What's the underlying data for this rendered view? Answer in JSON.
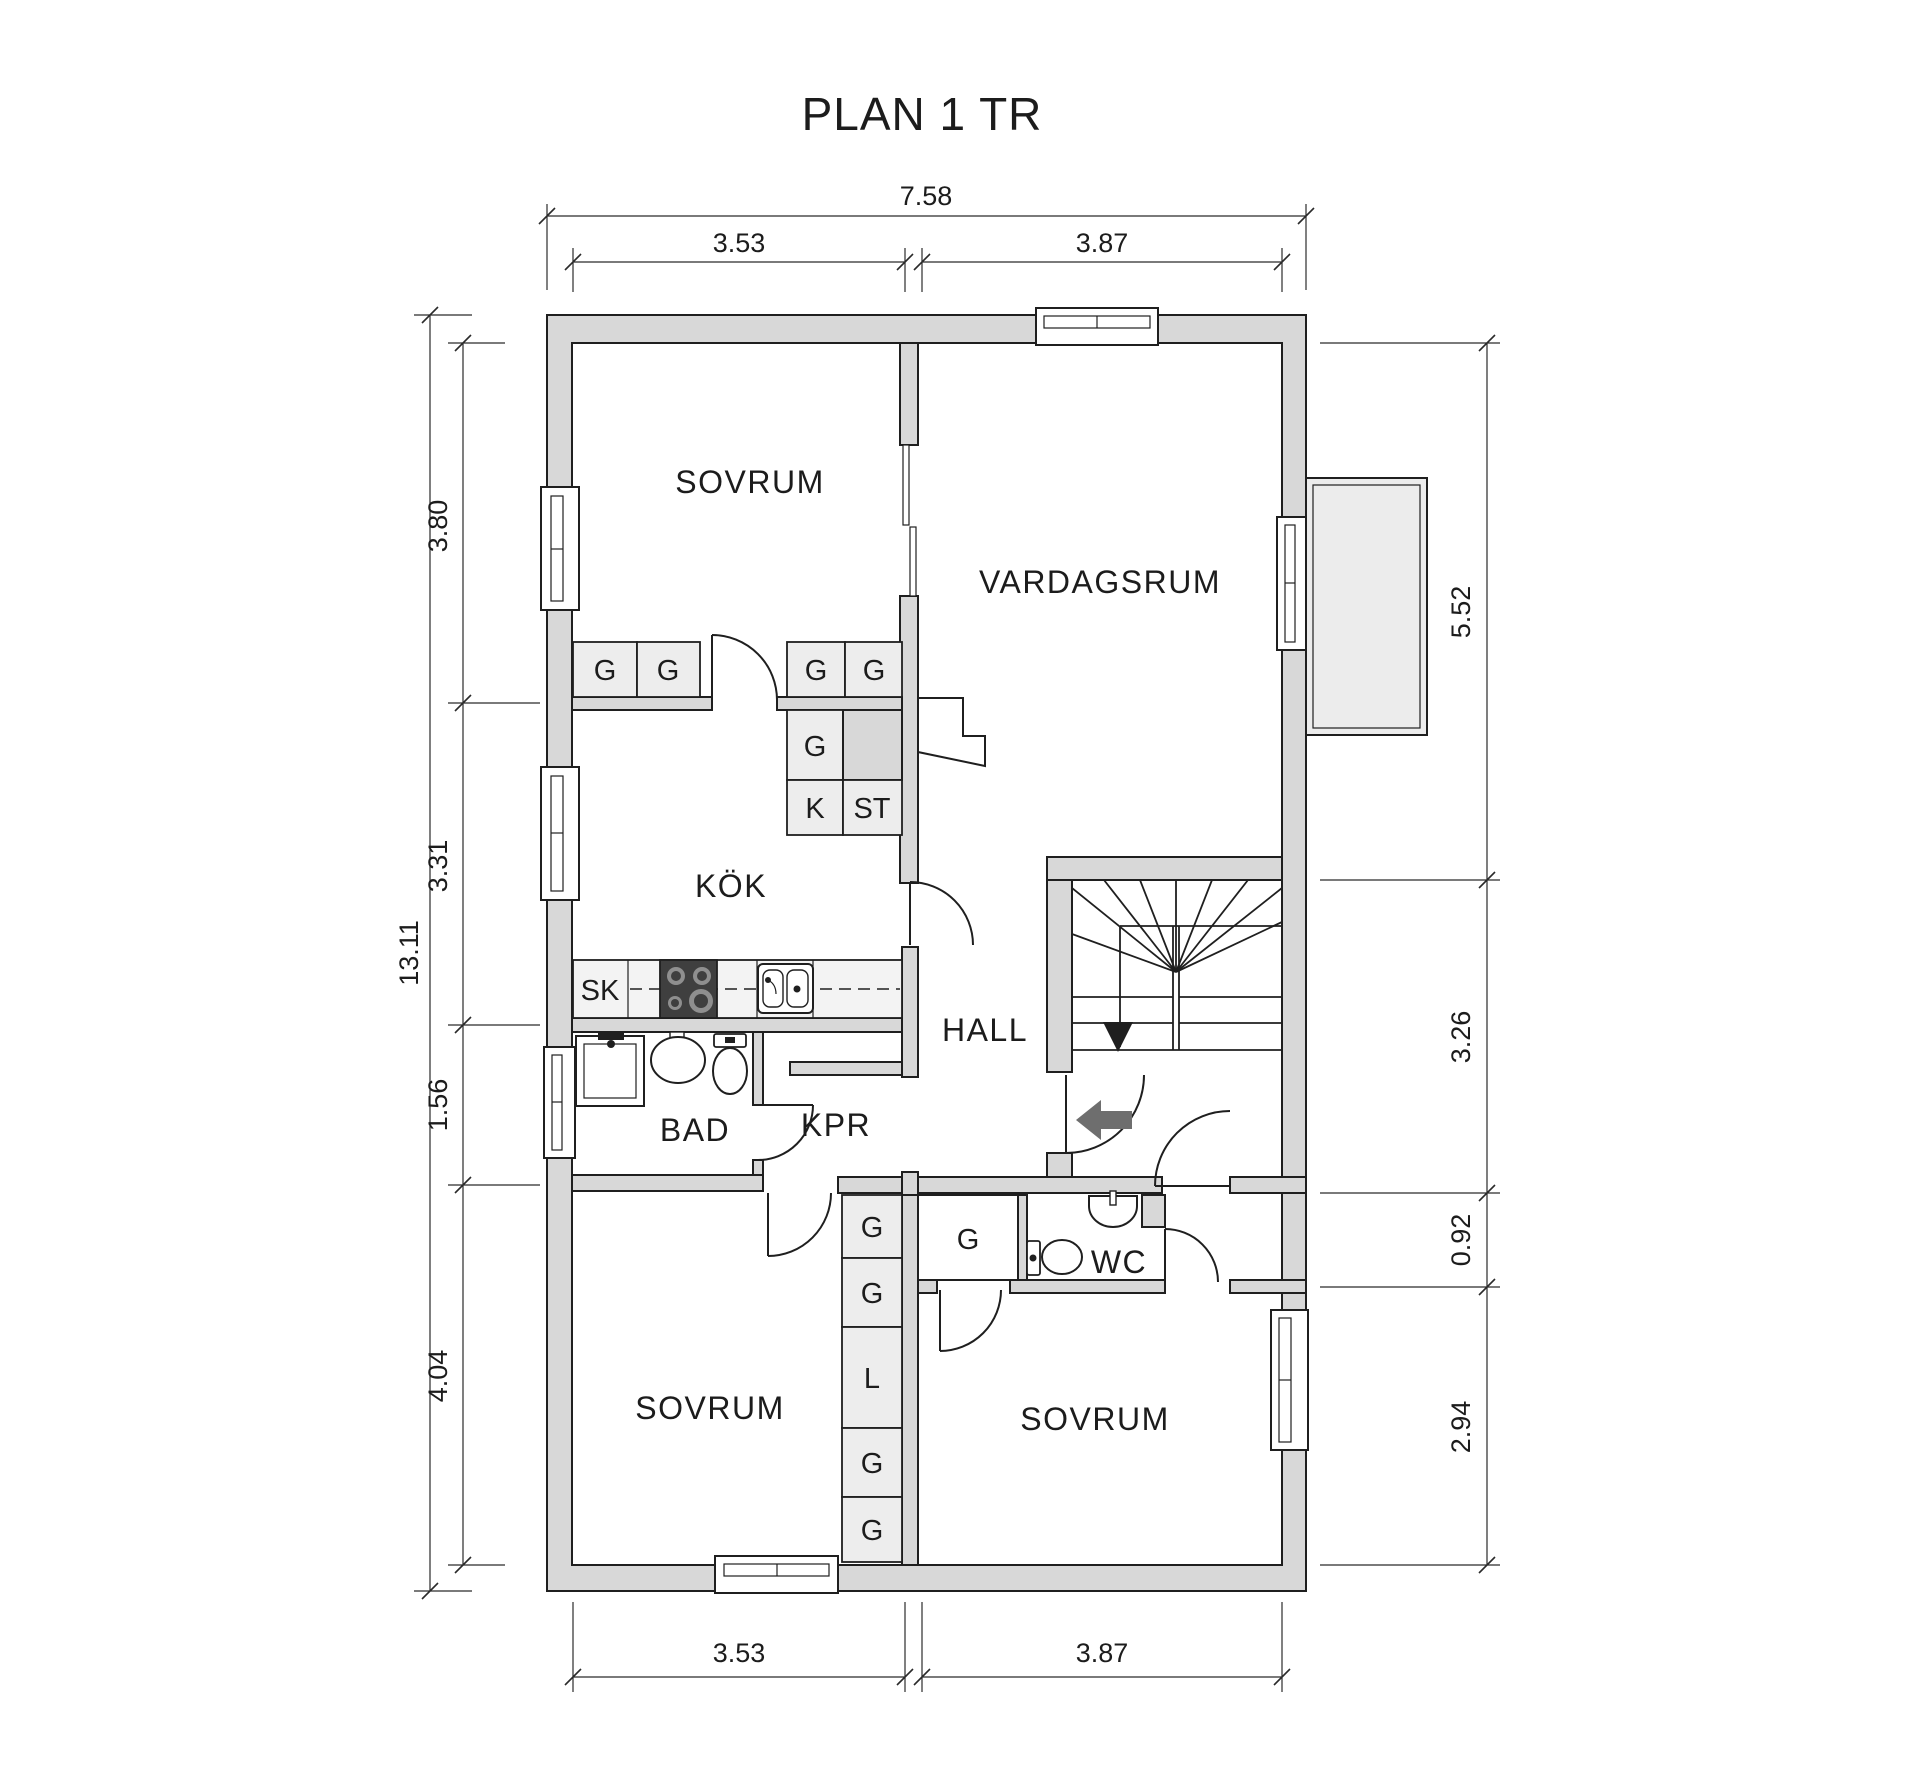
{
  "title": "PLAN 1 TR",
  "rooms": {
    "bedroom_top": "SOVRUM",
    "living_room": "VARDAGSRUM",
    "kitchen": "KÖK",
    "hall": "HALL",
    "bathroom": "BAD",
    "kpr": "KPR",
    "wc": "WC",
    "bedroom_bottom_left": "SOVRUM",
    "bedroom_bottom_right": "SOVRUM"
  },
  "closet_labels": {
    "g": "G",
    "k": "K",
    "st": "ST",
    "l": "L",
    "sk": "SK"
  },
  "dimensions": {
    "top": {
      "total": "7.58",
      "segment_left": "3.53",
      "segment_right": "3.87"
    },
    "bottom": {
      "segment_left": "3.53",
      "segment_right": "3.87"
    },
    "left": {
      "total": "13.11",
      "segments": [
        "3.80",
        "3.31",
        "1.56",
        "4.04"
      ]
    },
    "right": {
      "segments": [
        "5.52",
        "3.26",
        "0.92",
        "2.94"
      ]
    }
  },
  "colors": {
    "wall": "#d8d8d8",
    "closet": "#ededed",
    "counter": "#f3f3f3",
    "balcony": "#ececec",
    "line": "#1f1f1f",
    "dim": "#2a2a2a",
    "text": "#1c1c1c",
    "stove": "#3f3f3f",
    "burner": "#8f8f8f",
    "arrow": "#6e6e6e"
  }
}
